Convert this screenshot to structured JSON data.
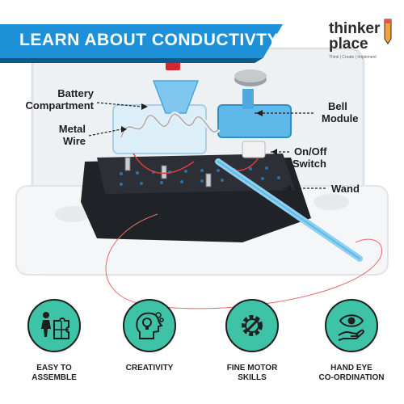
{
  "banner": {
    "title": "LEARN ABOUT CONDUCTIVTY"
  },
  "brand": {
    "line1": "thinker",
    "line2": "place",
    "tagline": "Think | Create | Implement"
  },
  "callouts": {
    "battery": [
      "Battery",
      "Compartment"
    ],
    "bell": [
      "Bell",
      "Module"
    ],
    "metal_wire": [
      "Metal",
      "Wire"
    ],
    "on_off": [
      "On/Off",
      "Switch"
    ],
    "wand": [
      "Wand"
    ]
  },
  "features": [
    {
      "lines": [
        "EASY TO",
        "ASSEMBLE"
      ],
      "icon": "puzzle-person-icon"
    },
    {
      "lines": [
        "CREATIVITY",
        ""
      ],
      "icon": "head-bulb-icon"
    },
    {
      "lines": [
        "FINE MOTOR",
        "SKILLS"
      ],
      "icon": "gear-pencil-icon"
    },
    {
      "lines": [
        "HAND EYE",
        "CO-ORDINATION"
      ],
      "icon": "hand-eye-icon"
    }
  ],
  "colors": {
    "banner": "#1e90d8",
    "feature_circle": "#3ec3a7",
    "wire": "#e23b3b",
    "module_blue": "#5fb8e8"
  }
}
